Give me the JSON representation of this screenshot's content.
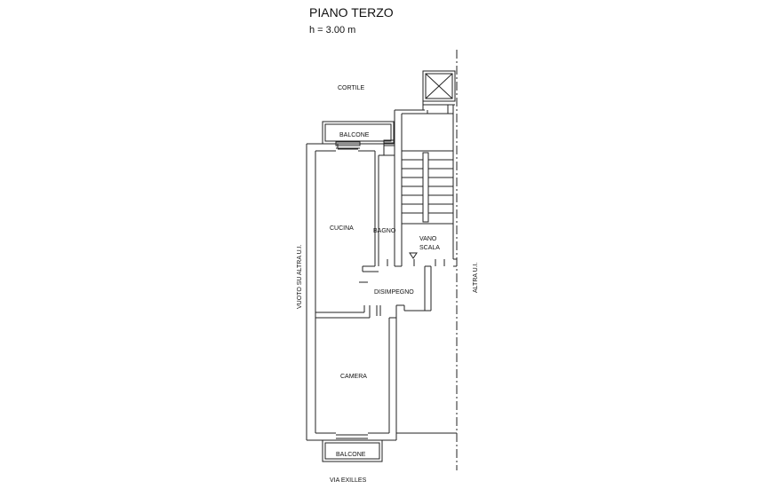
{
  "header": {
    "title": "PIANO TERZO",
    "subtitle": "h = 3.00 m"
  },
  "surroundings": {
    "north": "CORTILE",
    "south": "VIA EXILLES",
    "west": "VUOTO SU ALTRA U.I.",
    "east": "ALTRA U.I."
  },
  "rooms": {
    "balcone_top": "BALCONE",
    "cucina": "CUCINA",
    "bagno": "BAGNO",
    "vano_line1": "VANO",
    "vano_line2": "SCALA",
    "disimpegno": "DISIMPEGNO",
    "camera": "CAMERA",
    "balcone_bottom": "BALCONE"
  }
}
